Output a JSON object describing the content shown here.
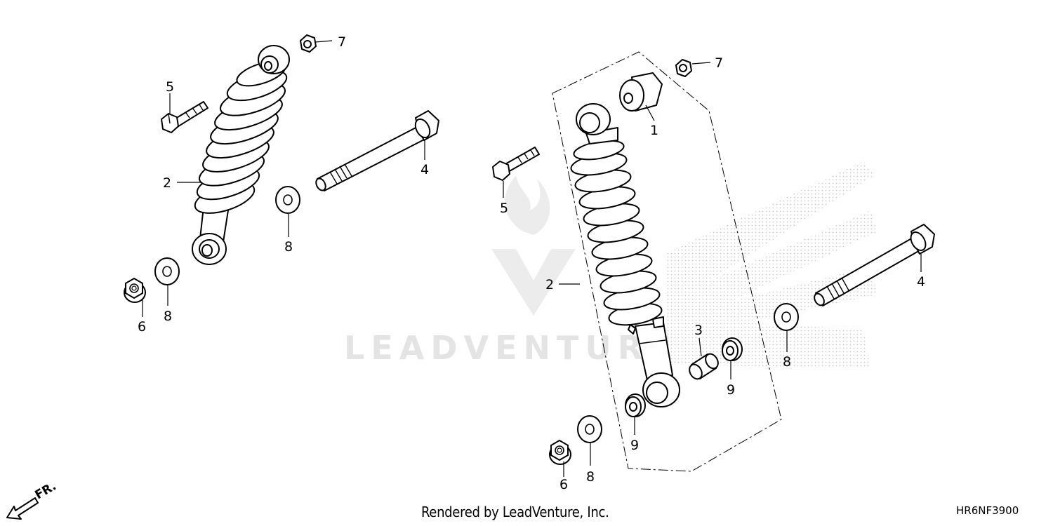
{
  "diagram": {
    "footer_text": "Rendered by LeadVenture, Inc.",
    "diagram_code": "HR6NF3900",
    "watermark_text": "LEADVENTURE",
    "front_indicator": "FR.",
    "callouts": {
      "left_assembly": {
        "shock_absorber": "2",
        "bolt_short": "5",
        "nut_top": "7",
        "bolt_long": "4",
        "washer_right": "8",
        "washer_left": "8",
        "flange_nut": "6"
      },
      "right_assembly": {
        "rubber_bushing": "1",
        "nut_top": "7",
        "bolt_short": "5",
        "shock_absorber": "2",
        "collar": "3",
        "bushing_right": "9",
        "bushing_left": "9",
        "bolt_long": "4",
        "washer_right": "8",
        "washer_left": "8",
        "flange_nut": "6"
      }
    }
  }
}
